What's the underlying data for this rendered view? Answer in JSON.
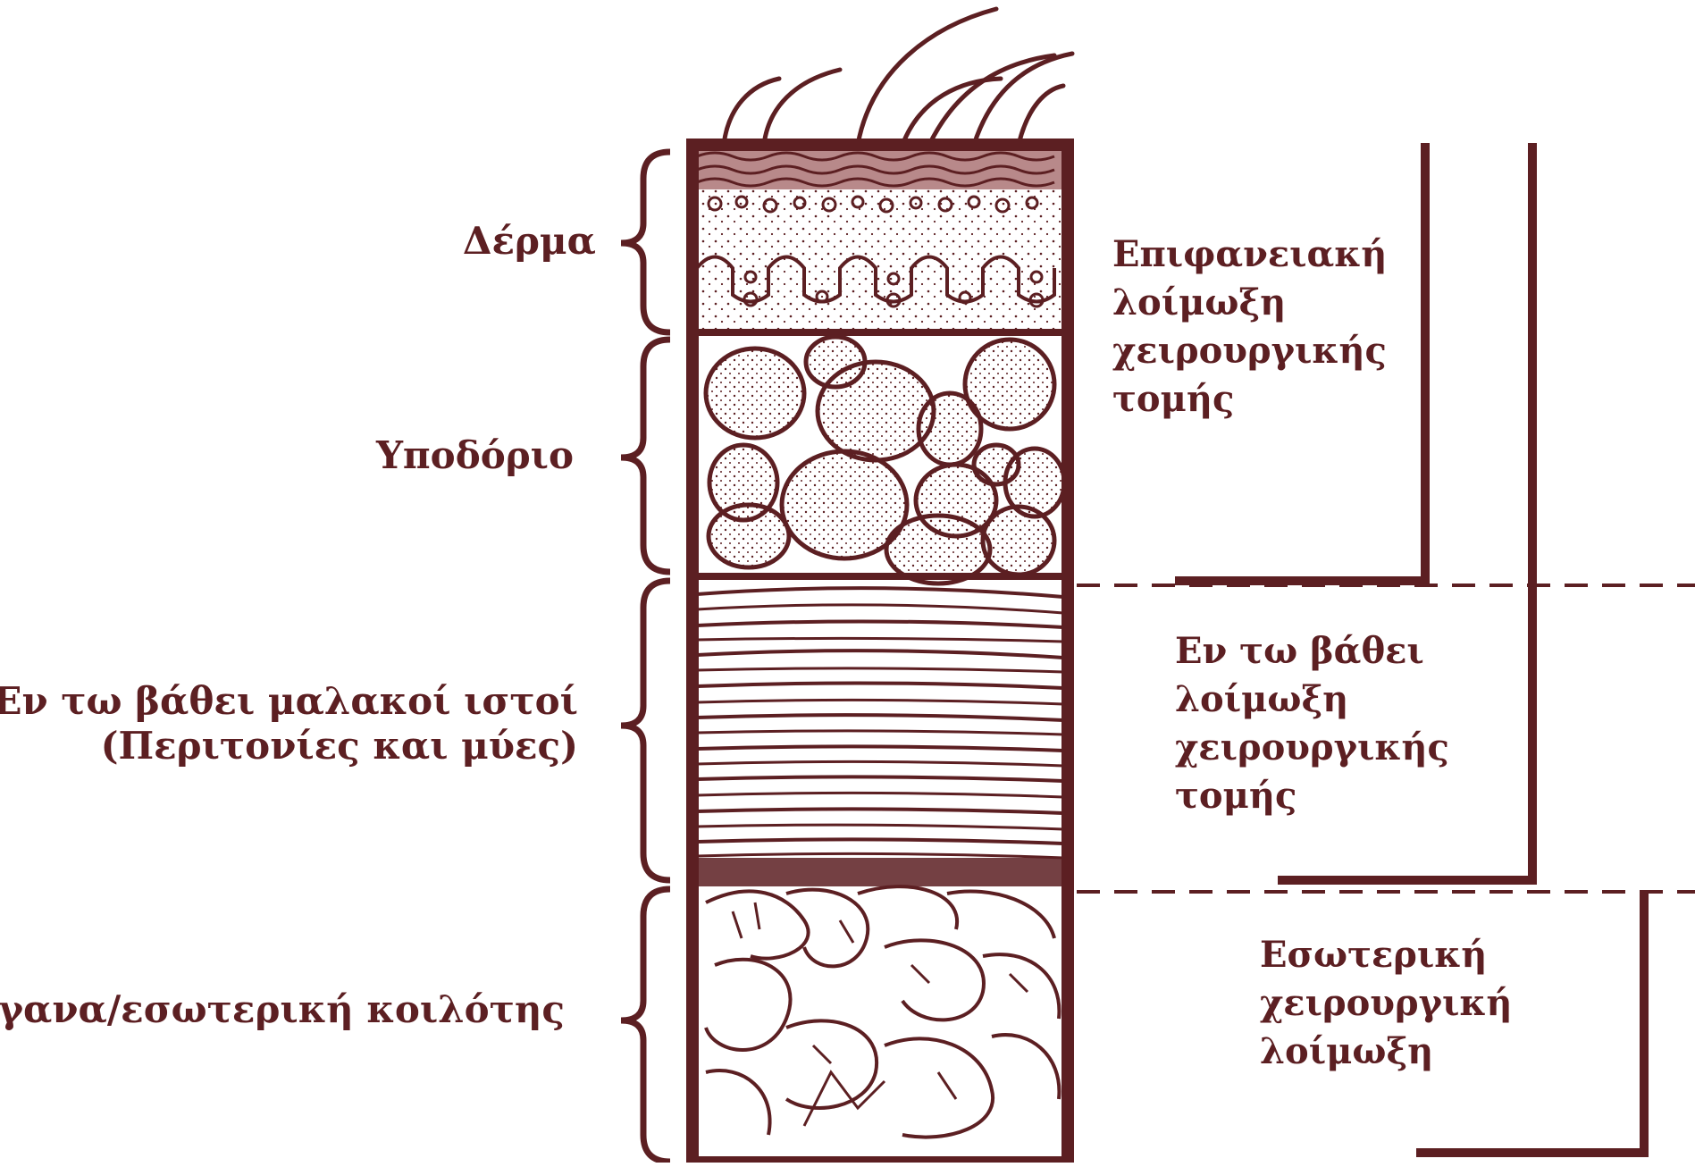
{
  "colors": {
    "ink": "#5c1f22",
    "bg": "#ffffff"
  },
  "layers": [
    {
      "key": "skin",
      "label": "Δέρμα"
    },
    {
      "key": "subcutis",
      "label": "Υποδόριο"
    },
    {
      "key": "deep",
      "line1": "Εν τω βάθει μαλακοί ιστοί",
      "line2": "(Περιτονίες και μύες)"
    },
    {
      "key": "organ",
      "label": "Οργανα/εσωτερική κοιλότης"
    }
  ],
  "infections": {
    "superficial": {
      "line1": "Επιφανειακή",
      "line2": "λοίμωξη",
      "line3": "χειρουργικής",
      "line4": "τομής"
    },
    "deep": {
      "line1": "Εν τω βάθει",
      "line2": "λοίμωξη",
      "line3": "χειρουργικής",
      "line4": "τομής"
    },
    "organ": {
      "line1": "Εσωτερική",
      "line2": "χειρουργική",
      "line3": "λοίμωξη"
    }
  }
}
